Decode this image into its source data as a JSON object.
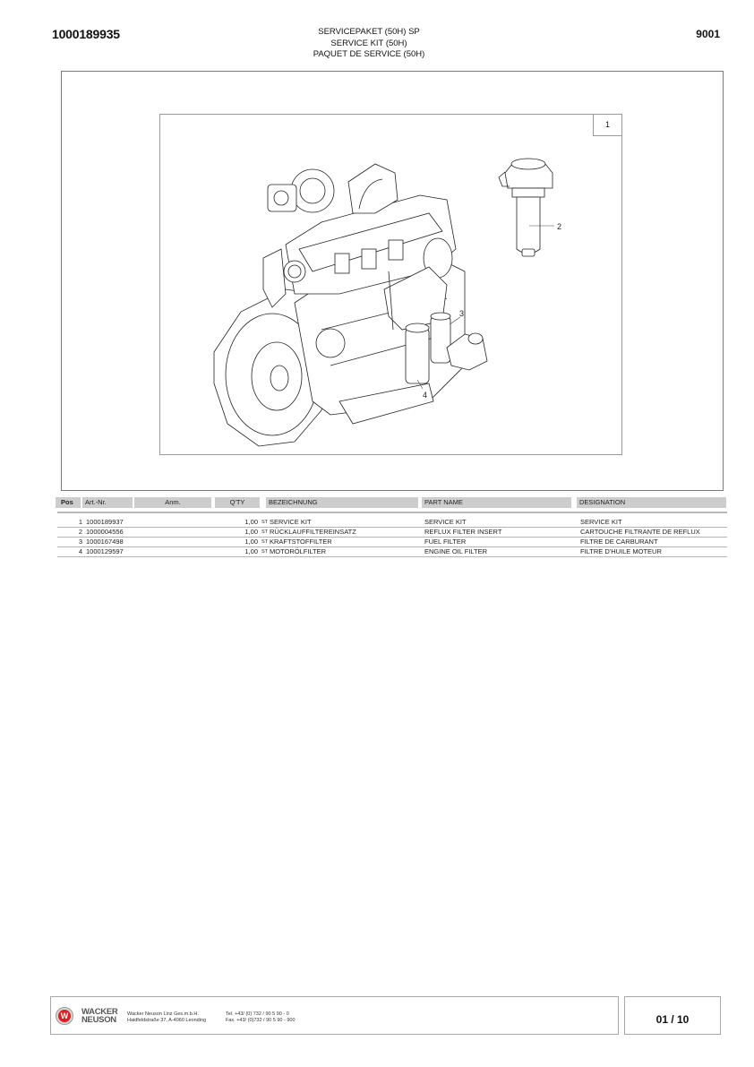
{
  "header": {
    "part_number": "1000189935",
    "title_lines": [
      "SERVICEPAKET (50H) SP",
      "SERVICE KIT (50H)",
      "PAQUET DE SERVICE (50H)"
    ],
    "group_code": "9001"
  },
  "figure": {
    "number": "1",
    "callouts": [
      "2",
      "3",
      "4"
    ],
    "description": "Exploded view of engine with reflux filter insert (2), fuel filter (3), engine oil filter (4)"
  },
  "table": {
    "headers": {
      "pos": "Pos",
      "art_nr": "Art.-Nr.",
      "anm": "Anm.",
      "qty": "Q'TY",
      "bezeichnung": "BEZEICHNUNG",
      "part_name": "PART NAME",
      "designation": "DESIGNATION"
    },
    "rows": [
      {
        "pos": "1",
        "art_nr": "1000189937",
        "qty": "1,00",
        "unit": "ST",
        "bezeichnung": "SERVICE KIT",
        "part_name": "SERVICE KIT",
        "designation": "SERVICE KIT"
      },
      {
        "pos": "2",
        "art_nr": "1000004556",
        "qty": "1,00",
        "unit": "ST",
        "bezeichnung": "RÜCKLAUFFILTEREINSATZ",
        "part_name": "REFLUX FILTER INSERT",
        "designation": "CARTOUCHE FILTRANTE DE REFLUX"
      },
      {
        "pos": "3",
        "art_nr": "1000167498",
        "qty": "1,00",
        "unit": "ST",
        "bezeichnung": "KRAFTSTOFFILTER",
        "part_name": "FUEL FILTER",
        "designation": "FILTRE DE CARBURANT"
      },
      {
        "pos": "4",
        "art_nr": "1000129597",
        "qty": "1,00",
        "unit": "ST",
        "bezeichnung": "MOTORÖLFILTER",
        "part_name": "ENGINE OIL FILTER",
        "designation": "FILTRE D'HUILE MOTEUR"
      }
    ]
  },
  "footer": {
    "logo_icon": "wacker-neuson-logo-icon",
    "brand_line1": "WACKER",
    "brand_line2": "NEUSON",
    "company": "Wacker Neuson Linz  Ges.m.b.H.",
    "address": "Haidfeldstraße 37, A-4060 Leonding",
    "tel": "Tel. +43/ (0) 732 / 90 5 90 - 0",
    "fax": "Fax. +43/ (0)732 / 90 5 90 - 900",
    "page": "01 / 10"
  },
  "colors": {
    "header_bar": "#cdcdcd",
    "logo_red": "#e11d1d",
    "border": "#7a7a7a"
  }
}
